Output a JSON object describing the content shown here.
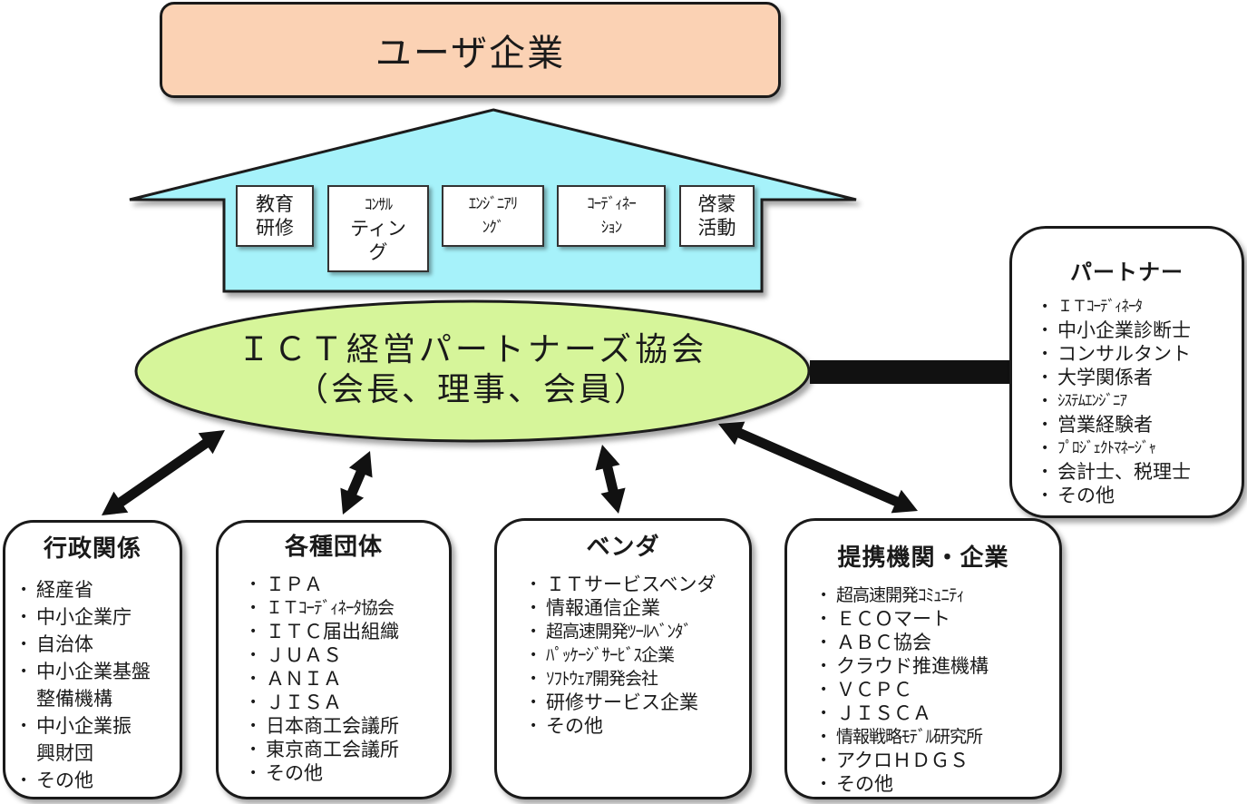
{
  "top": {
    "label": "ユーザ企業"
  },
  "services": [
    {
      "lines": [
        "教育",
        "研修"
      ]
    },
    {
      "lines": [
        "ｺﾝｻﾙ",
        "ティン",
        "グ"
      ]
    },
    {
      "lines": [
        "ｴﾝｼﾞﾆｱﾘ",
        "ﾝｸﾞ"
      ]
    },
    {
      "lines": [
        "ｺｰﾃﾞｨﾈｰ",
        "ｼｮﾝ"
      ]
    },
    {
      "lines": [
        "啓蒙",
        "活動"
      ]
    }
  ],
  "center": {
    "line1": "ＩＣＴ経営パートナーズ協会",
    "line2": "（会長、理事、会員）"
  },
  "partner": {
    "title": "パートナー",
    "items": [
      "ＩＴｺｰﾃﾞｨﾈｰﾀ",
      "中小企業診断士",
      "コンサルタント",
      "大学関係者",
      "ｼｽﾃﾑｴﾝｼﾞﾆｱ",
      "営業経験者",
      "ﾌﾟﾛｼﾞｪｸﾄﾏﾈｰｼﾞｬ",
      "会計士、税理士",
      "その他"
    ]
  },
  "groups": {
    "gyosei": {
      "title": "行政関係",
      "items": [
        "経産省",
        "中小企業庁",
        "自治体",
        "中小企業基盤整備機構",
        "中小企業振興財団",
        "その他"
      ]
    },
    "dantai": {
      "title": "各種団体",
      "items": [
        "ＩＰＡ",
        "ＩＴｺｰﾃﾞｨﾈｰﾀ協会",
        "ＩＴＣ届出組織",
        "ＪＵＡＳ",
        "ＡＮＩＡ",
        "ＪＩＳＡ",
        "日本商工会議所",
        "東京商工会議所",
        "その他"
      ]
    },
    "vendor": {
      "title": "ベンダ",
      "items": [
        "ＩＴサービスベンダ",
        "情報通信企業",
        "超高速開発ﾂｰﾙﾍﾞﾝﾀﾞ",
        "ﾊﾟｯｹｰｼﾞｻｰﾋﾞｽ企業",
        "ｿﾌﾄｳｪｱ開発会社",
        "研修サービス企業",
        "その他"
      ]
    },
    "teikei": {
      "title": "提携機関・企業",
      "items": [
        "超高速開発ｺﾐｭﾆﾃｨ",
        "ＥＣＯマート",
        "ＡＢＣ協会",
        "クラウド推進機構",
        "ＶＣＰＣ",
        "ＪＩＳＣＡ",
        "情報戦略ﾓﾃﾞﾙ研究所",
        "アクロＨＤＧＳ",
        "その他"
      ]
    }
  },
  "colors": {
    "top_fill": "#fbd2b4",
    "house_fill": "#a6f2fa",
    "ellipse_fill": "#d6f59a",
    "stroke": "#1a1a1a"
  }
}
